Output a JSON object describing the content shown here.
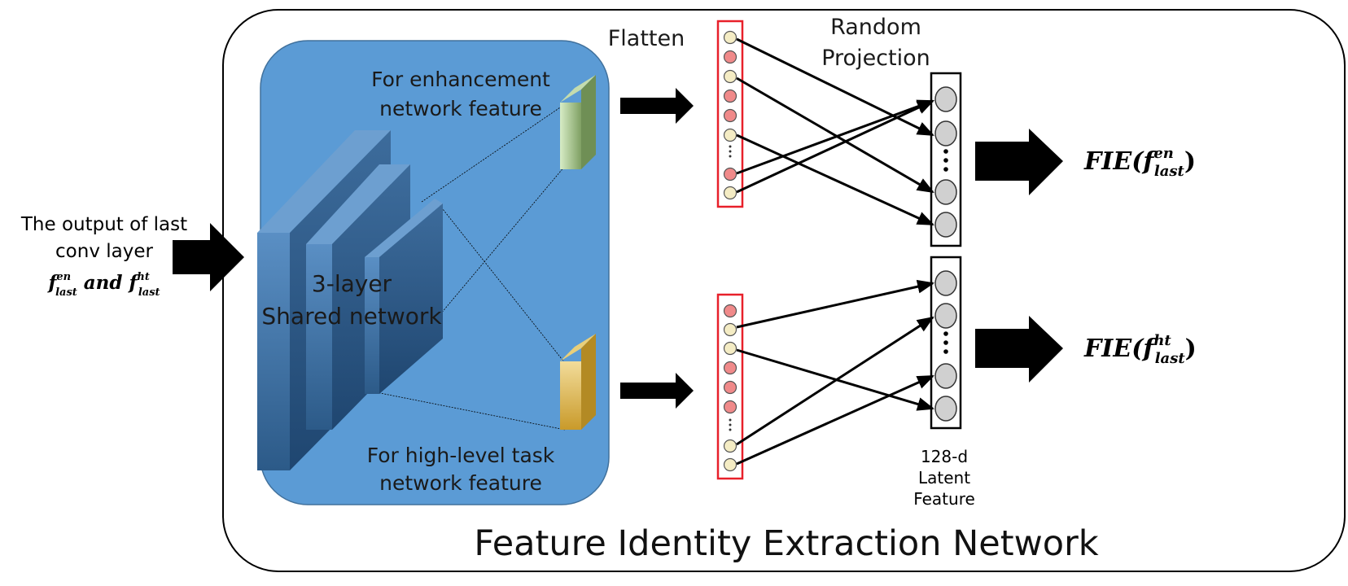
{
  "input_label": {
    "line1": "The output of last",
    "line2": "conv layer",
    "math_f1": "f",
    "math_f1_sup": "en",
    "math_f1_sub": "last",
    "math_and": "and",
    "math_f2": "f",
    "math_f2_sup": "ht",
    "math_f2_sub": "last"
  },
  "shared": {
    "line1": "3-layer",
    "line2": "Shared network"
  },
  "enh_label": {
    "line1": "For enhancement",
    "line2": "network feature"
  },
  "high_label": {
    "line1": "For high-level task",
    "line2": "network feature"
  },
  "flatten": "Flatten",
  "random_projection": {
    "line1": "Random",
    "line2": "Projection"
  },
  "latent": {
    "line1": "128-d",
    "line2": "Latent",
    "line3": "Feature"
  },
  "output_top": {
    "prefix": "FIE(",
    "f": "f",
    "sup": "en",
    "sub": "last",
    "suffix": ")"
  },
  "output_bottom": {
    "prefix": "FIE(",
    "f": "f",
    "sup": "ht",
    "sub": "last",
    "suffix": ")"
  },
  "footer_title": "Feature Identity Extraction Network",
  "colors": {
    "shared_panel": "#5b9bd5",
    "layer_front": "#3f77ad",
    "layer_top": "#6b9ed0",
    "layer_side": "#2f5f90",
    "enh_feature": "#9dbb85",
    "high_feature": "#d6b25a",
    "flatten_border": "#e8202a",
    "node_red": "#f08a8a",
    "node_cream": "#f4ecc4",
    "latent_node": "#d0d0d0"
  }
}
